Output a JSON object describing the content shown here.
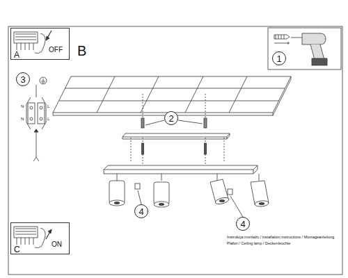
{
  "diagram": {
    "nodes": [
      {
        "text": [
          "A",
          "OFF"
        ]
      },
      {
        "text": [
          "1"
        ]
      },
      {
        "text": [
          "2"
        ]
      },
      {
        "text": [
          "3"
        ]
      },
      {
        "text": [
          "4"
        ]
      },
      {
        "text": [
          "4"
        ]
      },
      {
        "text": [
          "C",
          "ON"
        ]
      }
    ],
    "labels": [
      "B",
      "N",
      "L",
      "N",
      "L",
      "Instrukcja montażu / installation instructions / Montageanleitung",
      "Plafon / Ceiling lamp / Deckenleuchte"
    ]
  }
}
